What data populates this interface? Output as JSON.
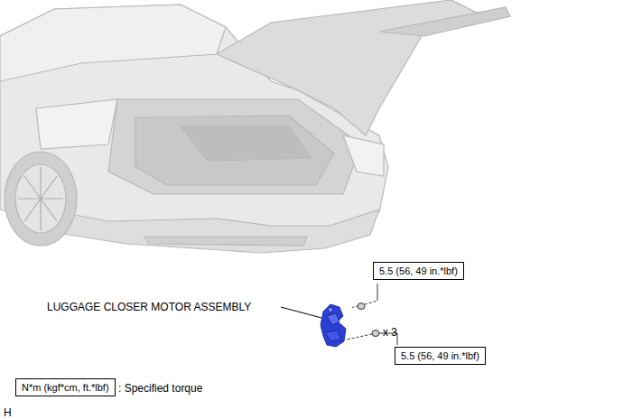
{
  "diagram": {
    "nodes": [
      {
        "text": [
          "5.5 (56, 49 in.*lbf)"
        ]
      },
      {
        "text": [
          "5.5 (56, 49 in.*lbf)"
        ]
      },
      {
        "text": [
          "N*m (kgf*cm, ft.*lbf)",
          ": Specified torque"
        ]
      }
    ],
    "labels": [
      "LUGGAGE CLOSER MOTOR ASSEMBLY",
      "x 3",
      "H"
    ]
  }
}
